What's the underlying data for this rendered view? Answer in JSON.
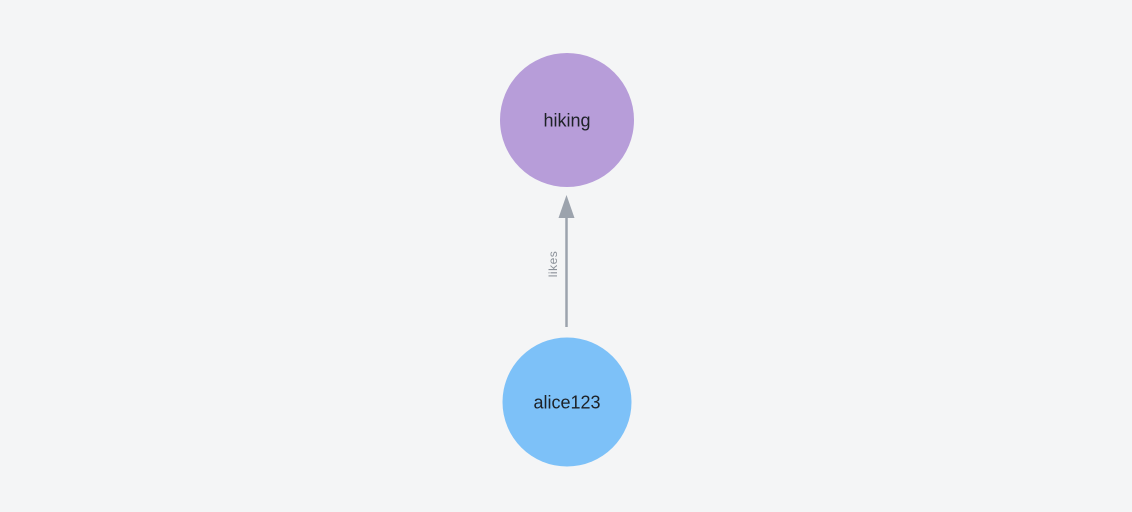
{
  "canvas": {
    "background": "#f4f5f6"
  },
  "graph": {
    "nodes": [
      {
        "id": "hiking",
        "label": "hiking",
        "color": "#b79dd9"
      },
      {
        "id": "alice123",
        "label": "alice123",
        "color": "#7dc1f8"
      }
    ],
    "edges": [
      {
        "from": "alice123",
        "to": "hiking",
        "label": "likes",
        "color": "#9ca3ad"
      }
    ]
  },
  "colors": {
    "background": "#f4f5f6",
    "node_label_text": "#1d2126",
    "edge_label_text": "#8b9199"
  }
}
